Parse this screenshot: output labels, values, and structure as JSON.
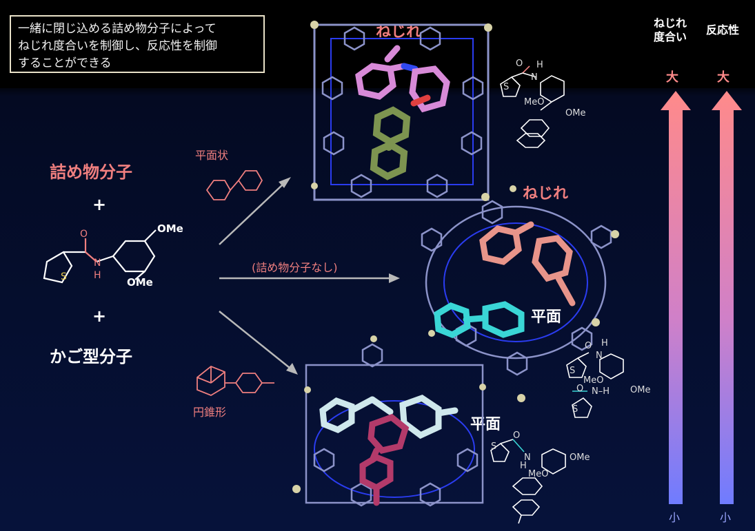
{
  "callout": {
    "lines": [
      "一緒に閉じ込める詰め物分子によって",
      "ねじれ度合いを制御し、反応性を制御",
      "することができる"
    ]
  },
  "inputs": {
    "guest_label": "詰め物分子",
    "plus": "+",
    "cage_label": "かご型分子"
  },
  "substrate": {
    "atom_O": "O",
    "atom_N": "N",
    "atom_H": "H",
    "atom_S": "S",
    "OMe_top": "OMe",
    "OMe_bottom": "OMe"
  },
  "arrows": {
    "top_label": "平面状",
    "middle_label": "(詰め物分子なし)",
    "bottom_label": "円錐形"
  },
  "states": {
    "top_twist": "ねじれ",
    "middle_twist": "ねじれ",
    "middle_planar": "平面",
    "bottom_planar": "平面"
  },
  "mini_labels": {
    "top": {
      "O": "O",
      "H": "H",
      "N": "N",
      "S": "S",
      "MeO": "MeO",
      "OMe": "OMe"
    },
    "middle": {
      "O": "O",
      "H": "H",
      "N": "N",
      "S": "S",
      "MeO": "MeO",
      "OMe": "OMe",
      "O2": "O",
      "NH": "N–H",
      "S2": "S"
    },
    "bottom": {
      "S": "S",
      "O": "O",
      "N": "N",
      "H": "H",
      "OMe": "OMe",
      "MeO": "MeO"
    }
  },
  "axes": {
    "twist": {
      "title_line1": "ねじれ",
      "title_line2": "度合い",
      "high": "大",
      "low": "小"
    },
    "reactivity": {
      "title": "反応性",
      "high": "大",
      "low": "小"
    }
  },
  "colors": {
    "accent_pink": "#f07f7f",
    "arrow_top": "#ff8a8a",
    "arrow_bottom": "#6f7cff",
    "cage": "#8c93c9",
    "cage_N": "#2a3cf0",
    "guest_green": "#7d9450",
    "substrate_top": "#d88ad8",
    "substrate_mid": "#e8948a",
    "substrate_mid_planar": "#3ad6d6",
    "substrate_bottom": "#cfe8ec",
    "guest_bottom": "#b33a6a"
  }
}
